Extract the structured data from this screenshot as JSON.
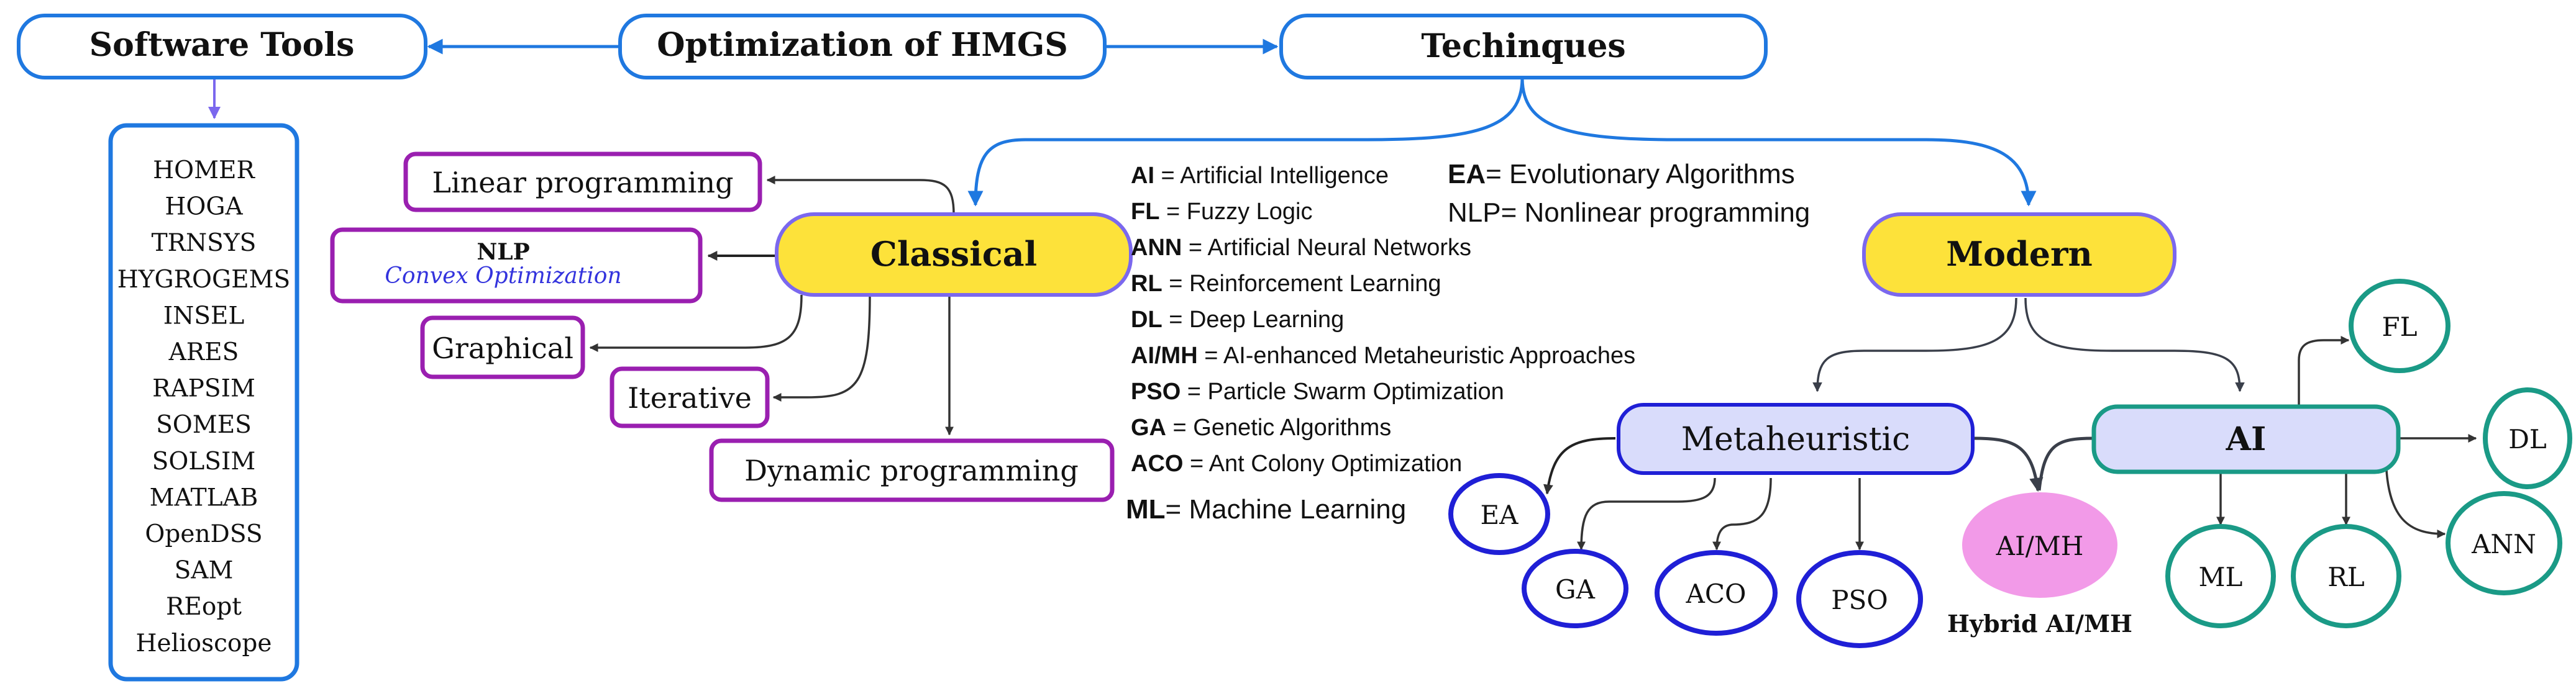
{
  "header": {
    "center": "Optimization of HMGS",
    "left": "Software Tools",
    "right": "Techinques"
  },
  "software_tools": [
    "HOMER",
    "HOGA",
    "TRNSYS",
    "HYGROGEMS",
    "INSEL",
    "ARES",
    "RAPSIM",
    "SOMES",
    "SOLSIM",
    "MATLAB",
    "OpenDSS",
    "SAM",
    "REopt",
    "Helioscope"
  ],
  "classical": {
    "label": "Classical",
    "methods": {
      "linear": "Linear programming",
      "nlp": "NLP",
      "convex": "Convex Optimization",
      "graphical": "Graphical",
      "iterative": "Iterative",
      "dynamic": "Dynamic programming"
    }
  },
  "modern": {
    "label": "Modern",
    "metaheuristic": "Metaheuristic",
    "ai": "AI",
    "meta_children": [
      "EA",
      "GA",
      "ACO",
      "PSO"
    ],
    "ai_children": [
      "FL",
      "DL",
      "ANN",
      "ML",
      "RL"
    ],
    "hybrid": "AI/MH",
    "hybrid_caption": "Hybrid AI/MH"
  },
  "legend": [
    {
      "key": "AI",
      "text": " = Artificial Intelligence"
    },
    {
      "key": "FL",
      "text": " = Fuzzy Logic"
    },
    {
      "key": "ANN",
      "text": " = Artificial Neural Networks"
    },
    {
      "key": "RL",
      "text": " = Reinforcement Learning"
    },
    {
      "key": "DL",
      "text": " = Deep Learning"
    },
    {
      "key": "AI/MH",
      "text": " = AI-enhanced Metaheuristic Approaches"
    },
    {
      "key": "PSO",
      "text": " = Particle Swarm Optimization"
    },
    {
      "key": "GA",
      "text": " = Genetic Algorithms"
    },
    {
      "key": "ACO",
      "text": " = Ant Colony Optimization"
    },
    {
      "key": "ML",
      "text": "= Machine Learning"
    }
  ],
  "legend_extra": [
    {
      "key": "EA",
      "text": "= Evolutionary Algorithms"
    },
    {
      "key": "NLP",
      "text": "= Nonlinear programming"
    }
  ],
  "colors": {
    "blue": "#1f78e0",
    "purple": "#9a1fb0",
    "yellow": "#fde23a",
    "navy_ring": "#1f1fd6",
    "teal": "#1a9a86",
    "lavender": "#d9dcfb",
    "pink": "#f29ae8",
    "arrow": "#333333"
  }
}
